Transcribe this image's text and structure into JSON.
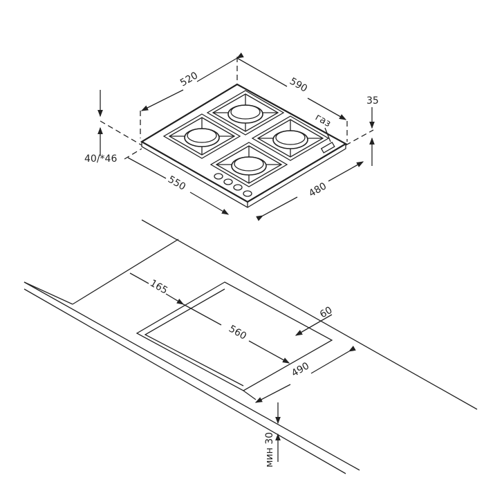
{
  "title": "Gas hob installation diagram",
  "hob_dims": {
    "depth_top": "520",
    "width_top": "590",
    "depth_bottom": "550",
    "width_bottom": "480",
    "height": "35",
    "side_height": "40/*46",
    "gas_label": "газ"
  },
  "cutout_dims": {
    "offset_left": "165",
    "length": "560",
    "depth": "490",
    "offset_back": "60",
    "min_thickness": "мин 30"
  }
}
